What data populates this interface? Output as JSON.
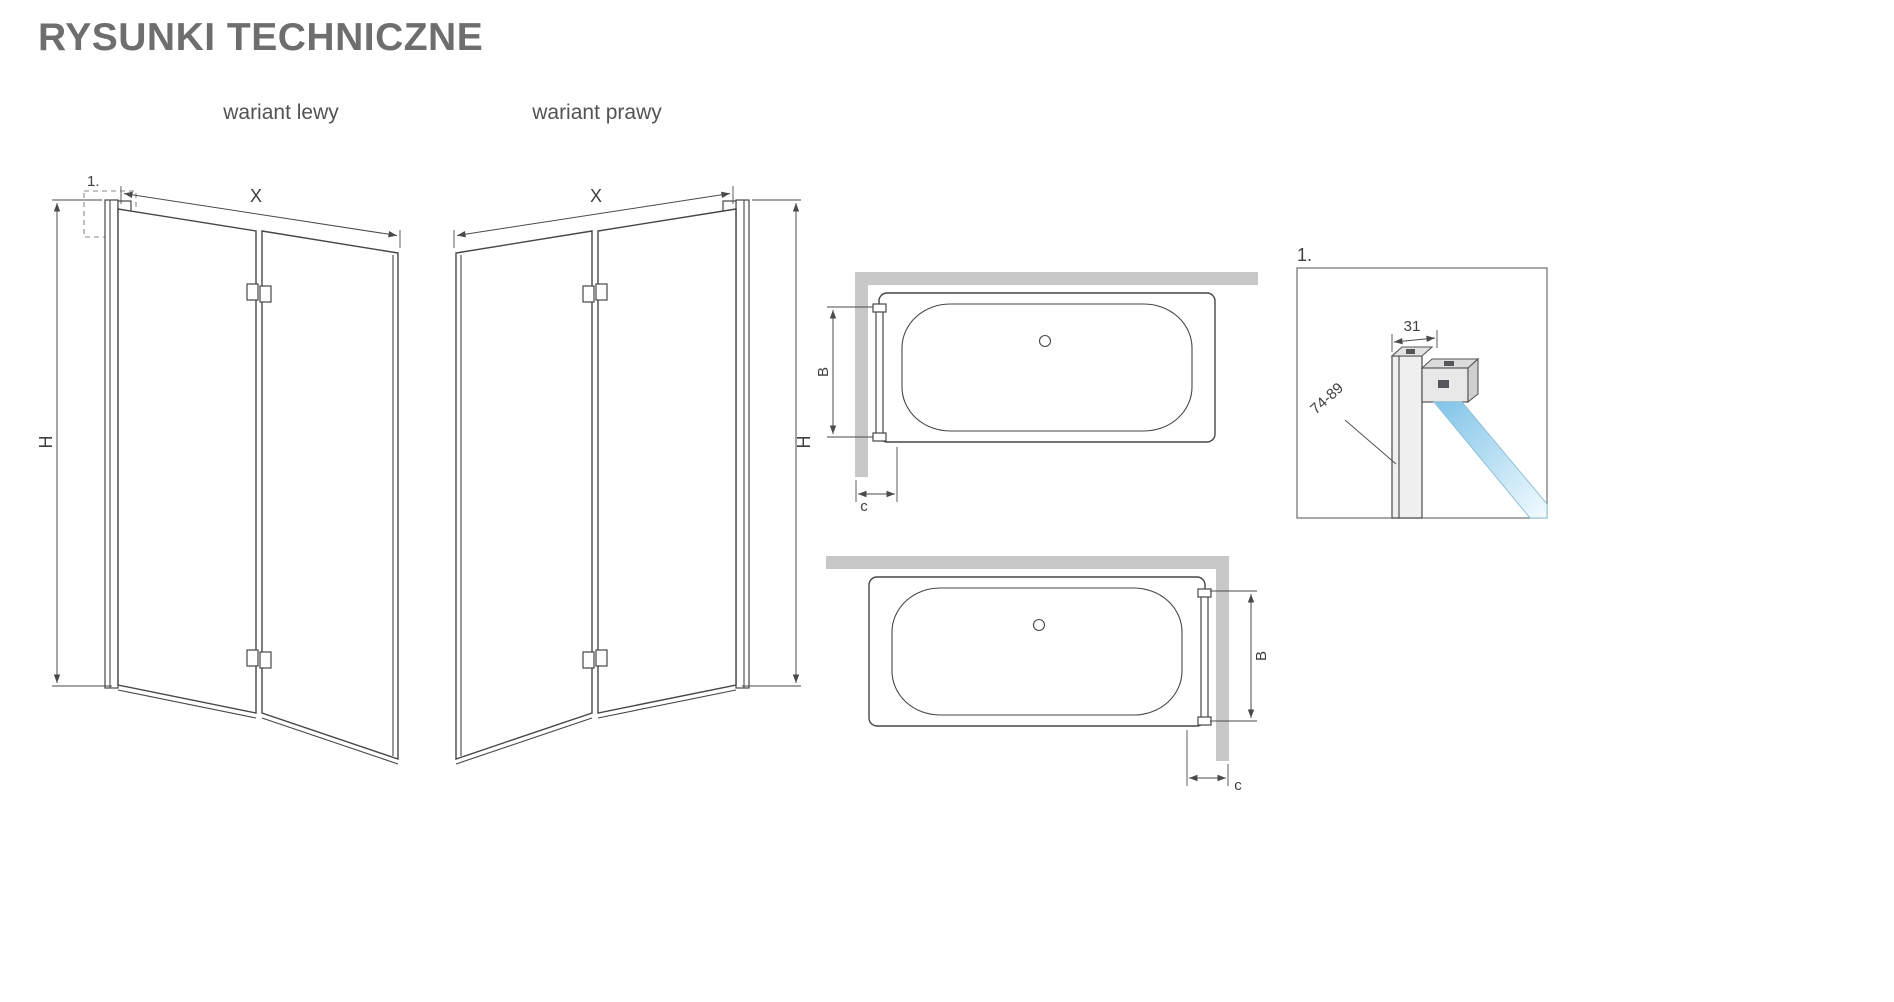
{
  "page": {
    "title": "RYSUNKI TECHNICZNE"
  },
  "variants": {
    "left": {
      "label": "wariant lewy",
      "dim_width": "X",
      "dim_height": "H",
      "detail_ref": "1."
    },
    "right": {
      "label": "wariant prawy",
      "dim_width": "X",
      "dim_height": "H"
    }
  },
  "top_views": {
    "left_install": {
      "dim_screen_width": "B",
      "dim_wall_gap": "c"
    },
    "right_install": {
      "dim_screen_width": "B",
      "dim_wall_gap": "c"
    }
  },
  "detail": {
    "label": "1.",
    "dim_profile_width": "31",
    "dim_adjust_range": "74-89"
  },
  "colors": {
    "title": "#6e6e6e",
    "labels": "#535353",
    "drawing_line": "#45464a",
    "dimension_line": "#4a4a4a",
    "wall_fill": "#c8c8c8",
    "glass_gradient_start": "#7fc3e8",
    "glass_gradient_end": "#f2fbff"
  }
}
